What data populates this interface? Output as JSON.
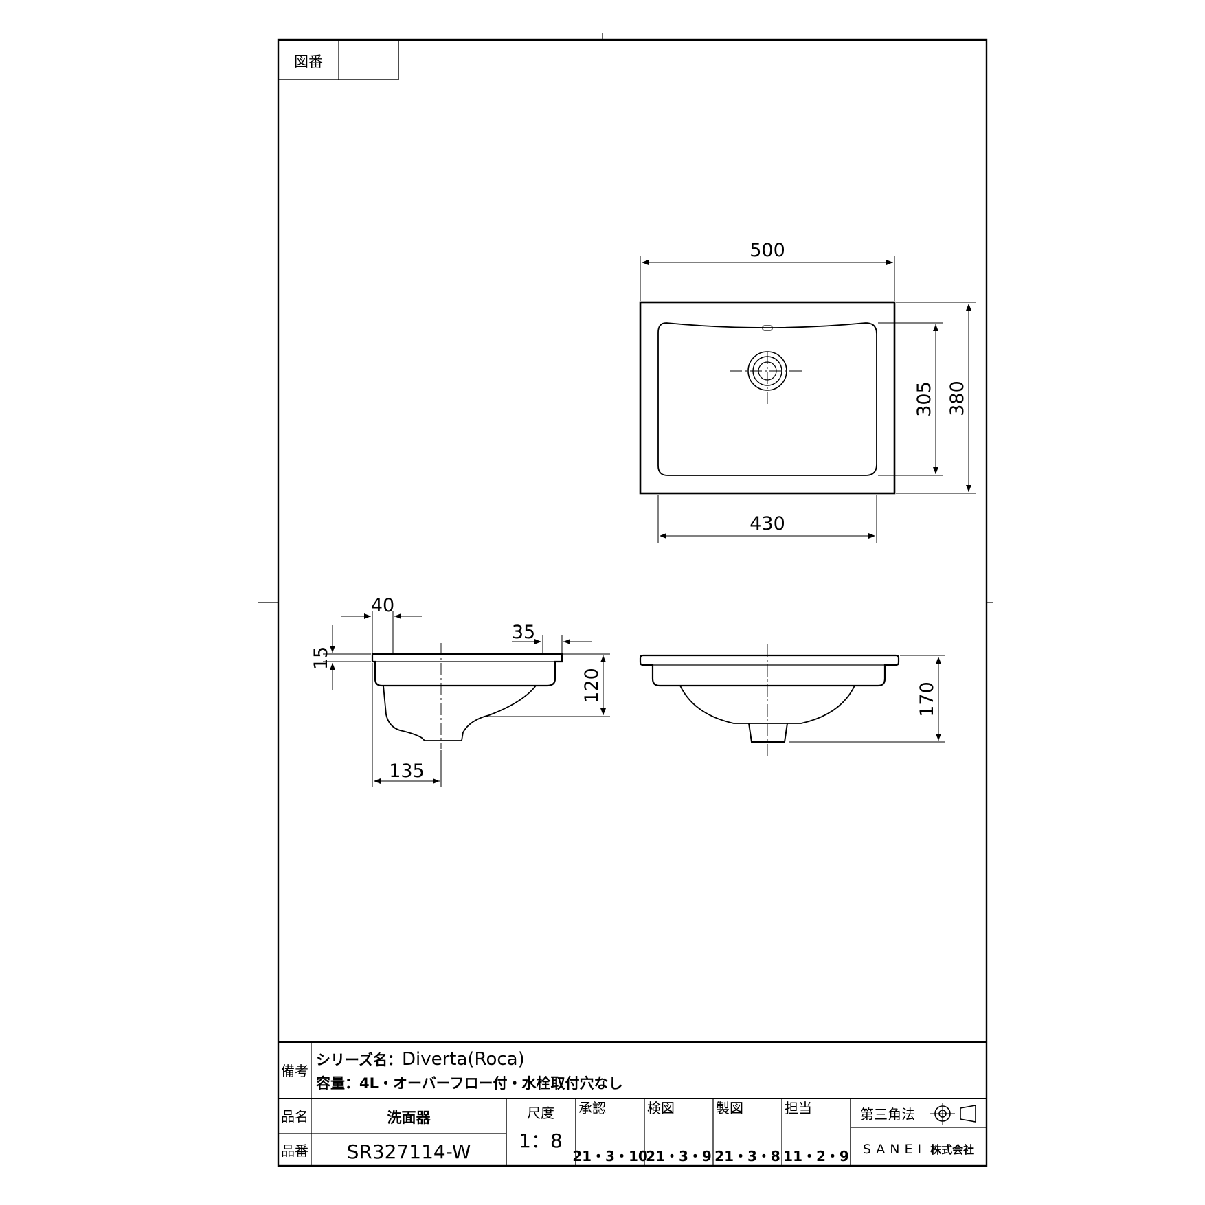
{
  "sheet": {
    "drawing_no_label": "図番",
    "drawing_no_value": ""
  },
  "dimensions": {
    "top_width": "500",
    "top_depth": "380",
    "bowl_depth": "305",
    "bowl_width": "430",
    "rim_width": "40",
    "rim_thickness": "15",
    "overhang": "35",
    "bowl_height": "120",
    "total_height": "170",
    "drain_offset": "135"
  },
  "remarks": {
    "label": "備考",
    "line1_key": "シリーズ名：",
    "line1_value": "Diverta(Roca)",
    "line2_key": "容量：",
    "line2_value": "4L・オーバーフロー付・水栓取付穴なし"
  },
  "title_block": {
    "name_label": "品名",
    "name_value": "洗面器",
    "number_label": "品番",
    "number_value": "SR327114-W",
    "scale_label": "尺度",
    "scale_value": "1：8",
    "approved_label": "承認",
    "approved_date": "21・3・10",
    "checked_label": "検図",
    "checked_date": "21・3・9",
    "drawn_label": "製図",
    "drawn_date": "21・3・8",
    "charge_label": "担当",
    "charge_date": "11・2・9",
    "projection": "第三角法",
    "company": "SANEI",
    "company_suffix": "株式会社"
  }
}
